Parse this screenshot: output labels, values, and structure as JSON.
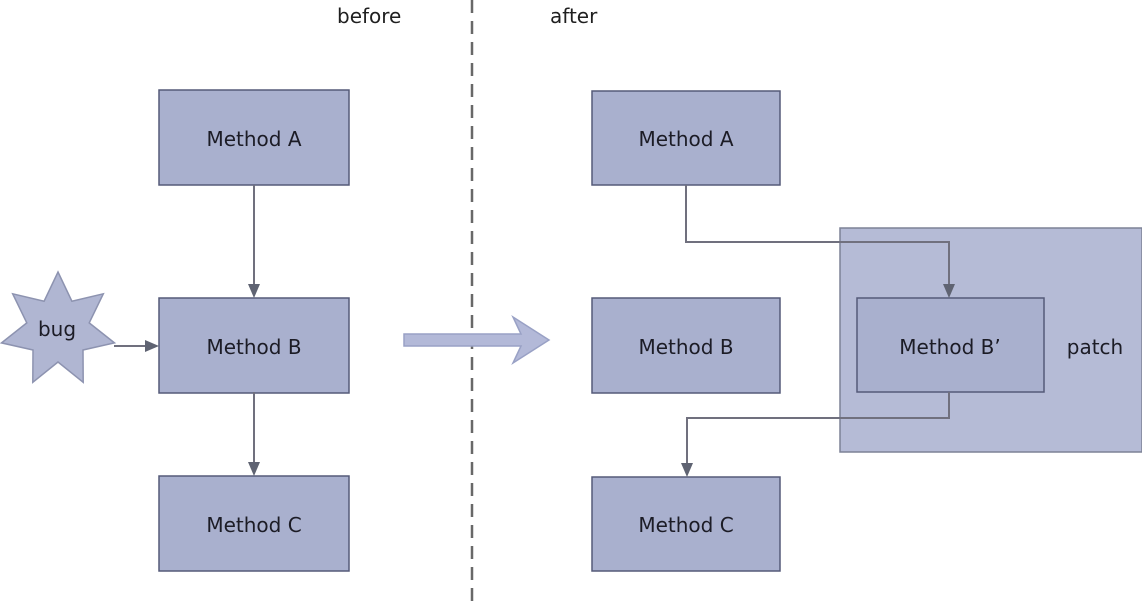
{
  "diagram": {
    "title_before": "before",
    "title_after": "after",
    "bug_label": "bug",
    "patch_label": "patch",
    "before": {
      "method_a": "Method A",
      "method_b": "Method B",
      "method_c": "Method C"
    },
    "after": {
      "method_a": "Method A",
      "method_b": "Method B",
      "method_b_prime": "Method B’",
      "method_c": "Method C"
    }
  },
  "colors": {
    "box_fill": "#a9b0ce",
    "box_border": "#555a78",
    "patch_fill": "#b5bbd6",
    "patch_border": "#7d8296",
    "connector": "#70707e",
    "arrowhead": "#5f6372",
    "big_arrow_fill": "#b3b9d8",
    "big_arrow_border": "#99a1c5",
    "divider": "#686868",
    "star_fill": "#b0b6d2",
    "star_border": "#8d93b0",
    "text": "#1c1c26"
  }
}
